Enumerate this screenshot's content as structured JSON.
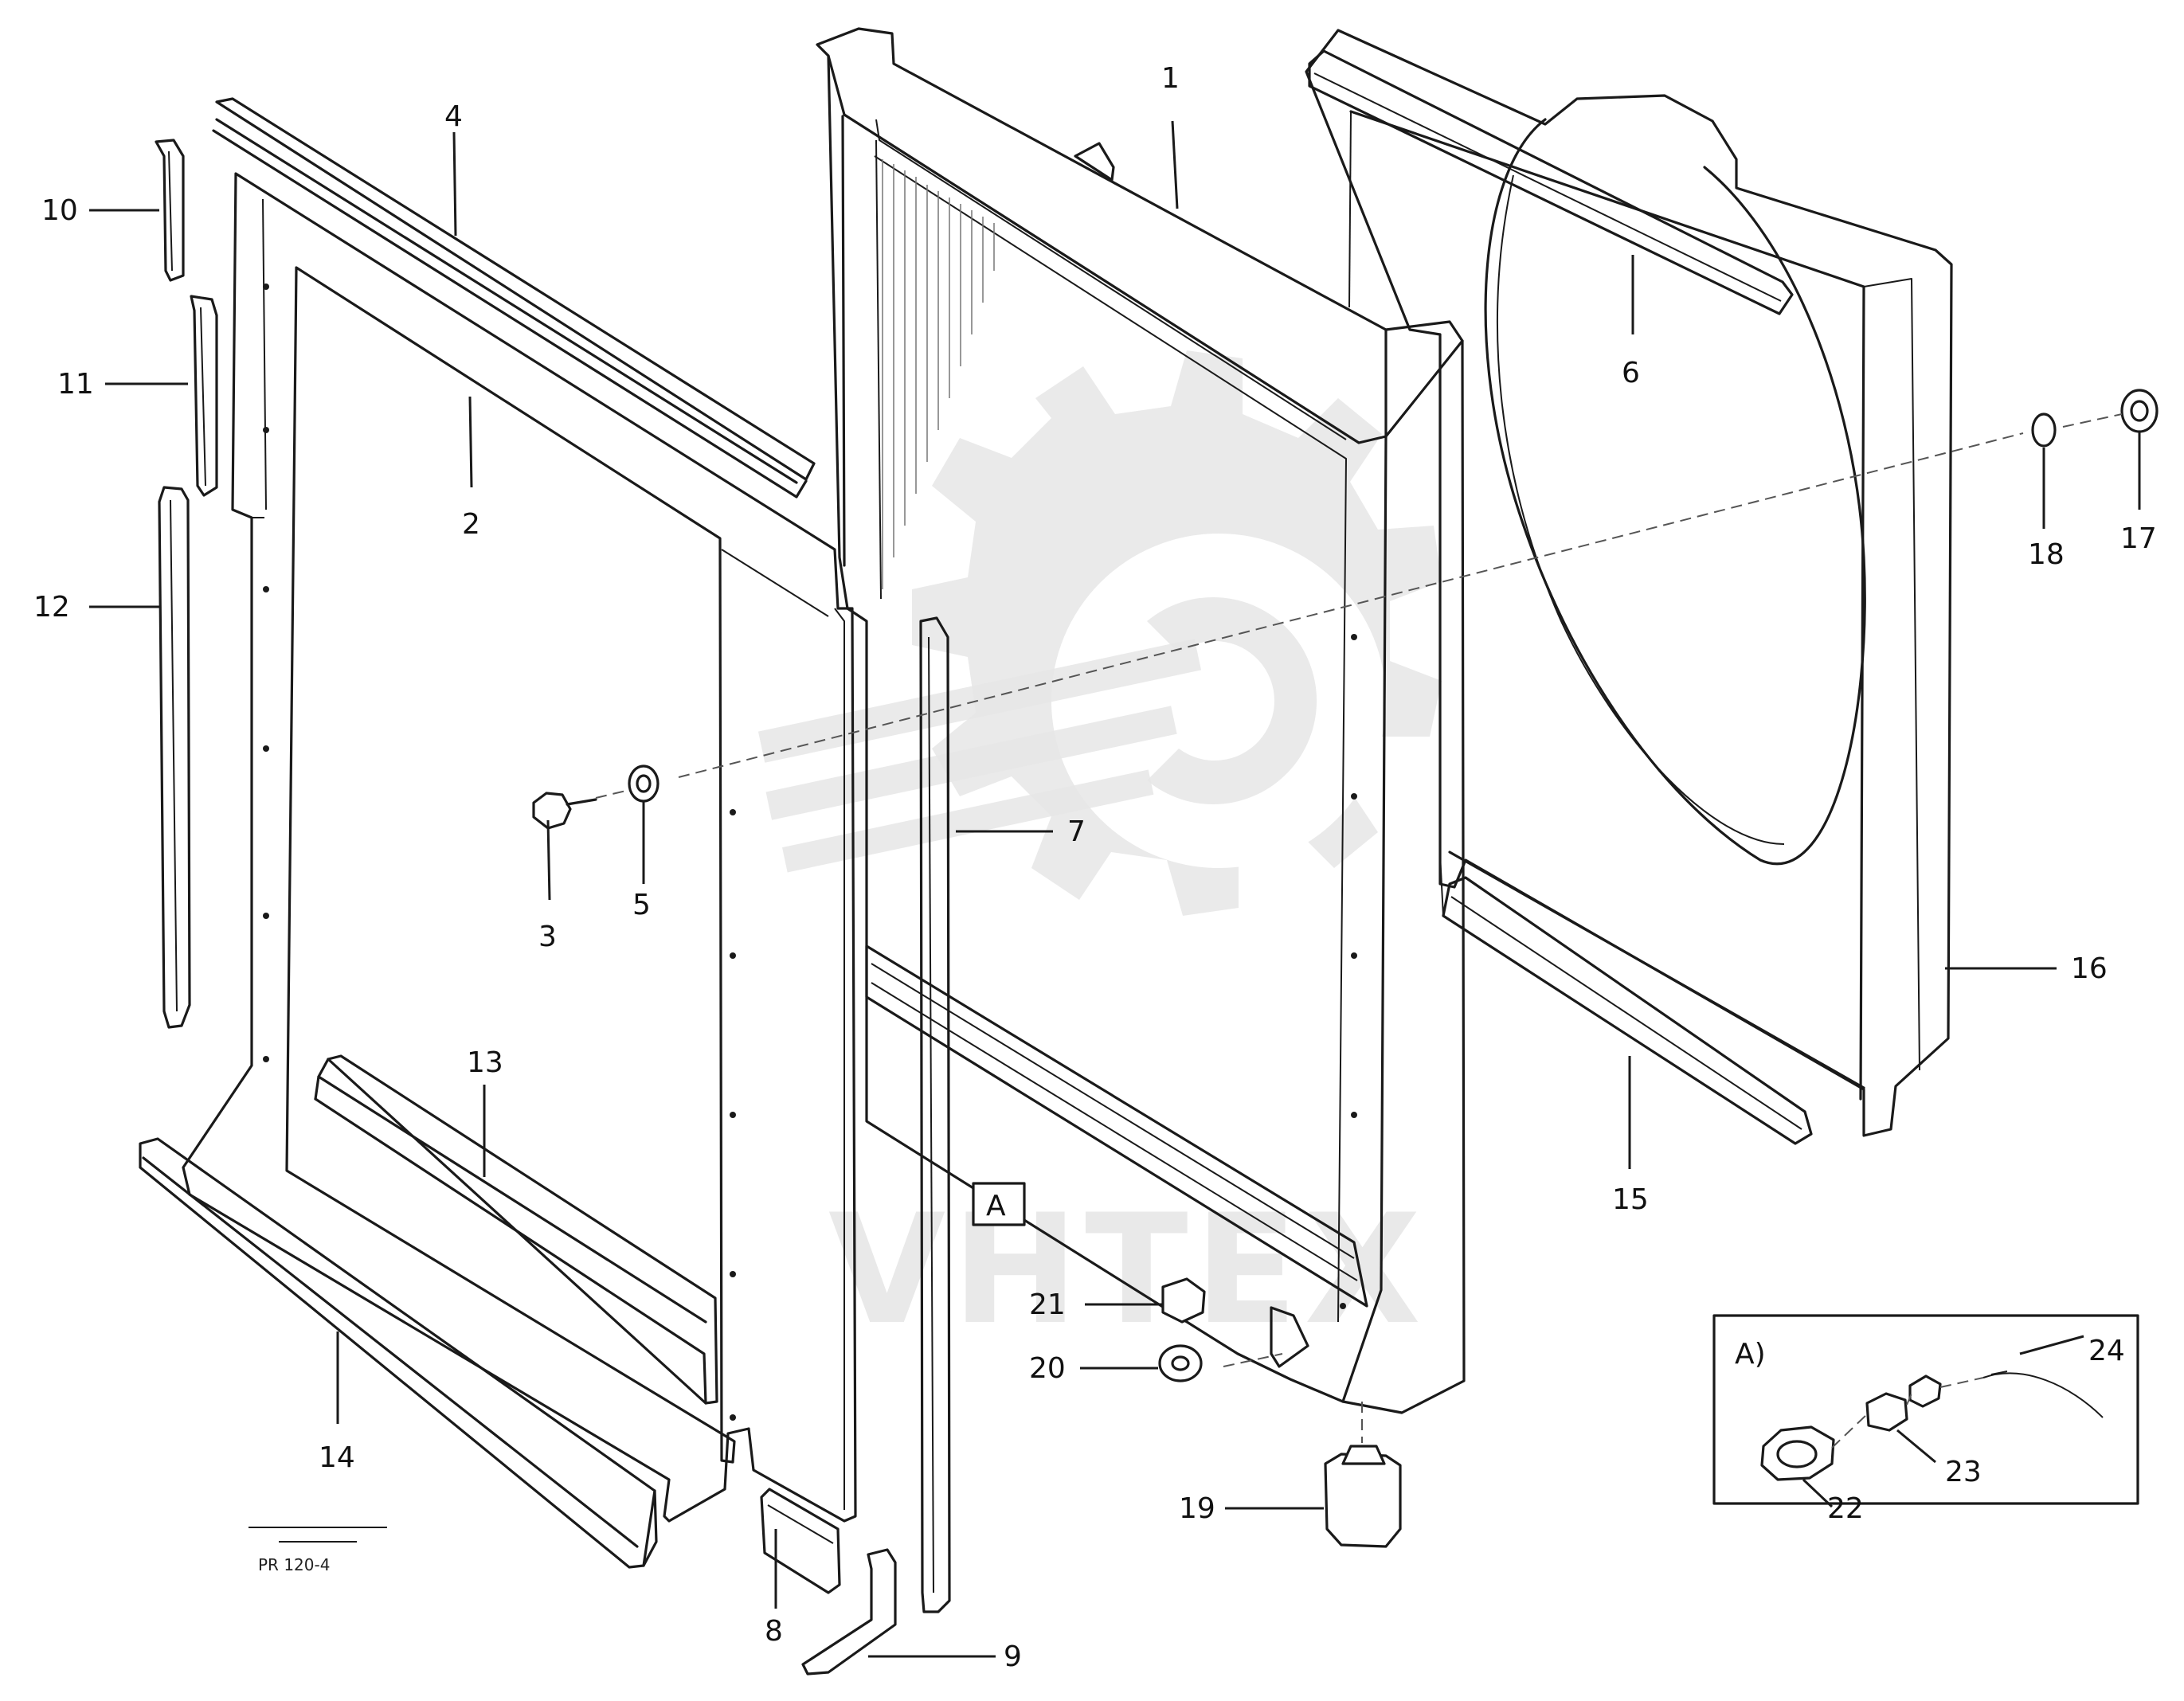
{
  "diagram": {
    "callouts": [
      {
        "id": "c1",
        "text": "1"
      },
      {
        "id": "c2",
        "text": "2"
      },
      {
        "id": "c3",
        "text": "3"
      },
      {
        "id": "c4",
        "text": "4"
      },
      {
        "id": "c5",
        "text": "5"
      },
      {
        "id": "c6",
        "text": "6"
      },
      {
        "id": "c7",
        "text": "7"
      },
      {
        "id": "c8",
        "text": "8"
      },
      {
        "id": "c9",
        "text": "9"
      },
      {
        "id": "c10",
        "text": "10"
      },
      {
        "id": "c11",
        "text": "11"
      },
      {
        "id": "c12",
        "text": "12"
      },
      {
        "id": "c13",
        "text": "13"
      },
      {
        "id": "c14",
        "text": "14"
      },
      {
        "id": "c15",
        "text": "15"
      },
      {
        "id": "c16",
        "text": "16"
      },
      {
        "id": "c17",
        "text": "17"
      },
      {
        "id": "c18",
        "text": "18"
      },
      {
        "id": "c19",
        "text": "19"
      },
      {
        "id": "c20",
        "text": "20"
      },
      {
        "id": "c21",
        "text": "21"
      },
      {
        "id": "c22",
        "text": "22"
      },
      {
        "id": "c23",
        "text": "23"
      },
      {
        "id": "c24",
        "text": "24"
      }
    ],
    "detail_marker": "A",
    "inset_label": "A)",
    "drawing_ref": "PR 120-4",
    "watermark": "VHTEX"
  }
}
